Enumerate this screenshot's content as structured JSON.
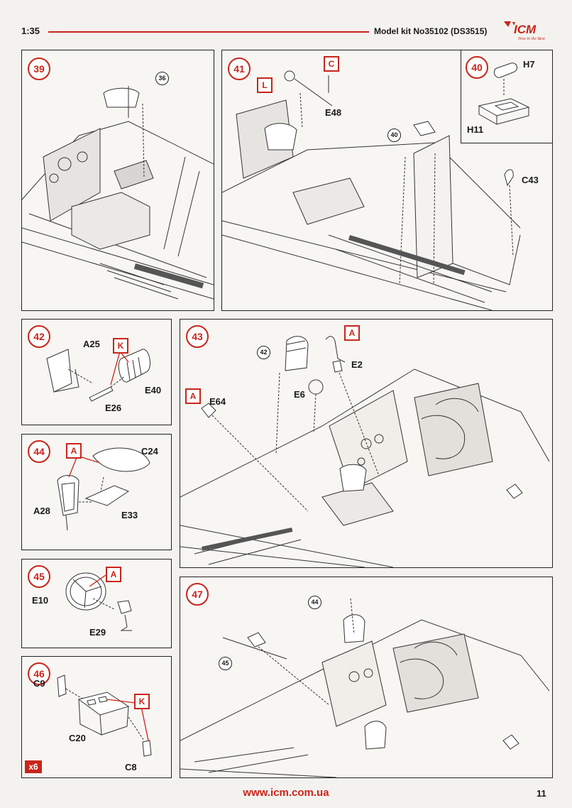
{
  "header": {
    "scale": "1:35",
    "title": "Model kit No35102 (DS3515)",
    "logo": "ICM",
    "tagline": "Now in the Best"
  },
  "footer": {
    "url": "www.icm.com.ua",
    "page_number": "11"
  },
  "steps": {
    "s39": {
      "number": "39",
      "refs": [
        "36"
      ]
    },
    "s41": {
      "number": "41",
      "refs": [
        "40"
      ],
      "codes": [
        "C",
        "L"
      ],
      "parts": [
        "E48",
        "C43"
      ]
    },
    "s40": {
      "number": "40",
      "parts": [
        "H7",
        "H11"
      ]
    },
    "s42": {
      "number": "42",
      "codes": [
        "K"
      ],
      "parts": [
        "A25",
        "E40",
        "E26"
      ]
    },
    "s43": {
      "number": "43",
      "refs": [
        "42"
      ],
      "codes": [
        "A",
        "A"
      ],
      "parts": [
        "E2",
        "E6",
        "E64"
      ]
    },
    "s44": {
      "number": "44",
      "codes": [
        "A"
      ],
      "parts": [
        "C24",
        "A28",
        "E33"
      ]
    },
    "s45": {
      "number": "45",
      "codes": [
        "A"
      ],
      "parts": [
        "E10",
        "E29"
      ]
    },
    "s46": {
      "number": "46",
      "codes": [
        "K"
      ],
      "parts": [
        "C9",
        "C20",
        "C8"
      ],
      "quantity": "x6"
    },
    "s47": {
      "number": "47",
      "refs": [
        "44",
        "45"
      ]
    }
  }
}
